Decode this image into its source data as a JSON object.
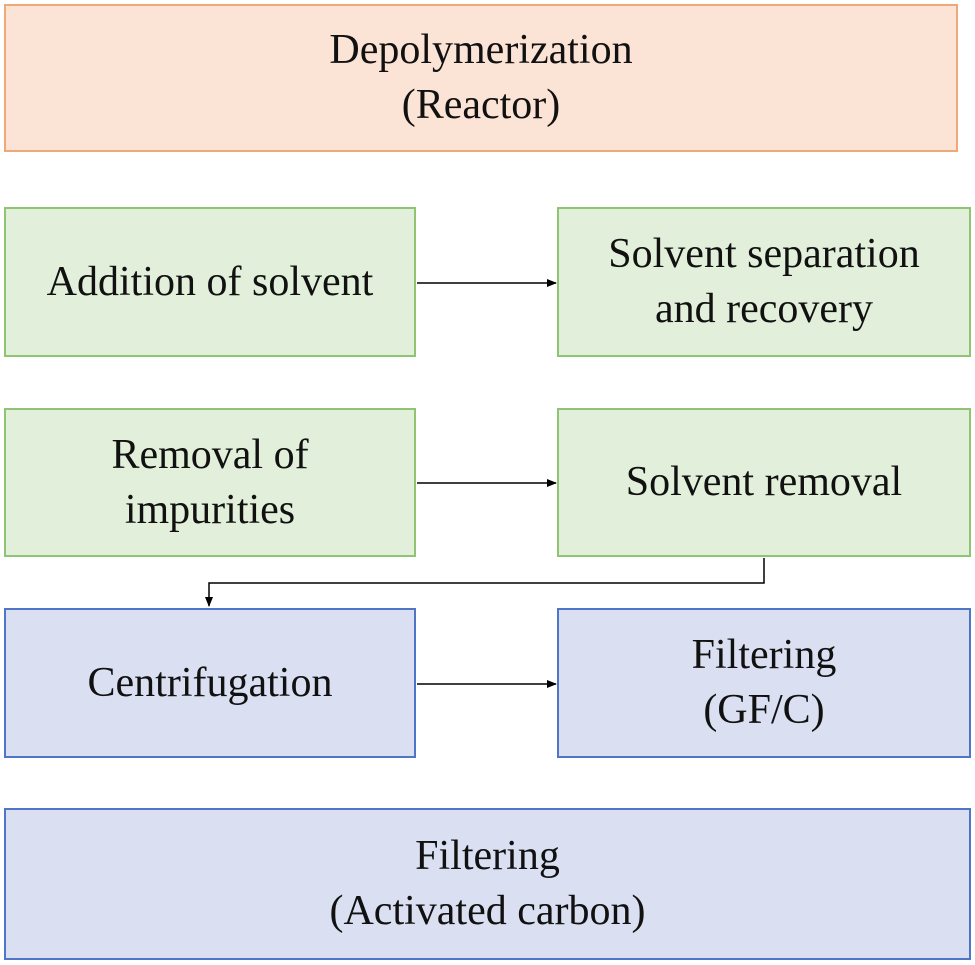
{
  "boxes": {
    "depolymerization": "Depolymerization\n(Reactor)",
    "addition_of_solvent": "Addition of solvent",
    "solvent_separation": "Solvent separation\nand recovery",
    "removal_of_impurities": "Removal of\nimpurities",
    "solvent_removal": "Solvent removal",
    "centrifugation": "Centrifugation",
    "filtering_gfc": "Filtering\n(GF/C)",
    "filtering_activated_carbon": "Filtering\n(Activated carbon)"
  },
  "colors": {
    "orange_fill": "#fbe3d5",
    "orange_border": "#f0a878",
    "green_fill": "#e2efda",
    "green_border": "#8fc472",
    "blue_fill": "#dae0f2",
    "blue_border": "#4f76c6",
    "arrow": "#000000"
  },
  "connections": [
    {
      "from": "addition_of_solvent",
      "to": "solvent_separation"
    },
    {
      "from": "removal_of_impurities",
      "to": "solvent_removal"
    },
    {
      "from": "solvent_removal",
      "to": "centrifugation"
    },
    {
      "from": "centrifugation",
      "to": "filtering_gfc"
    }
  ]
}
